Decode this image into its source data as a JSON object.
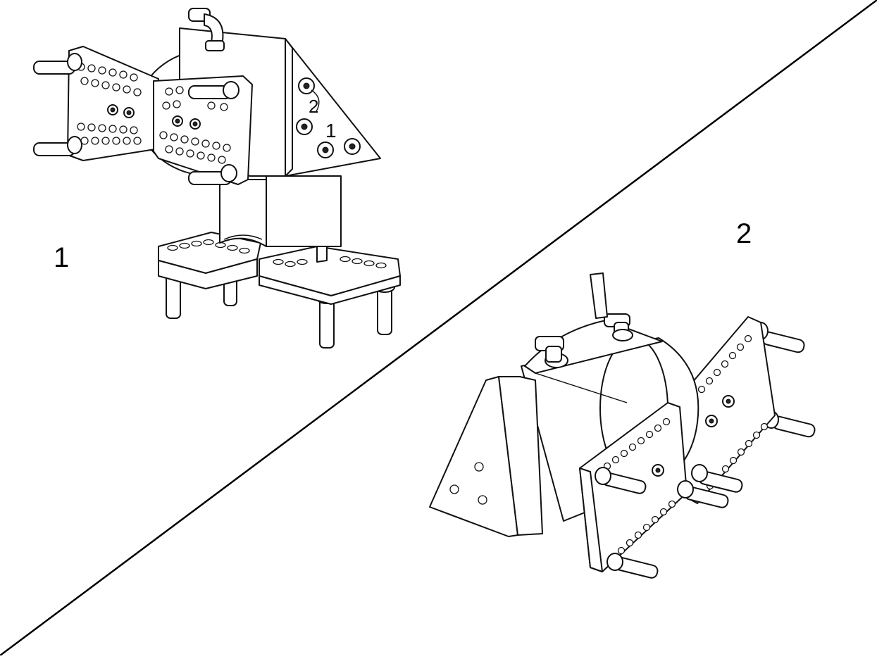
{
  "figure": {
    "label_1": "1",
    "label_2": "2",
    "panel_1_label_on_part": "1",
    "panel_1_label_on_part_2": "2"
  }
}
